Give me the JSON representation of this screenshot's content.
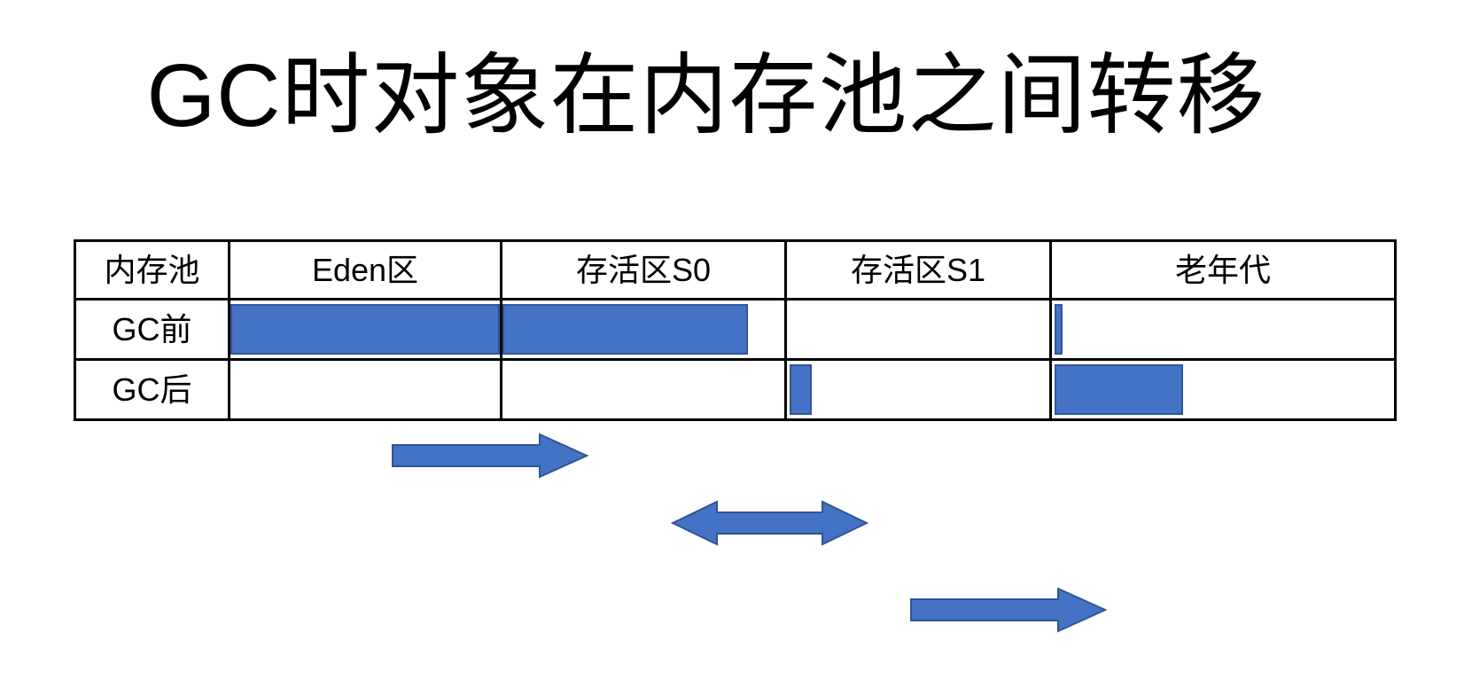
{
  "title": "GC时对象在内存池之间转移",
  "table": {
    "columns": [
      "内存池",
      "Eden区",
      "存活区S0",
      "存活区S1",
      "老年代"
    ],
    "rows": [
      {
        "label": "GC前",
        "fill_percents": [
          100,
          87,
          0,
          2.4
        ]
      },
      {
        "label": "GC后",
        "fill_percents": [
          0,
          0,
          8.5,
          37.5
        ]
      }
    ]
  },
  "arrows": [
    {
      "name": "eden-to-survivor",
      "direction": "right"
    },
    {
      "name": "s0-s1-swap",
      "direction": "both"
    },
    {
      "name": "survivor-to-oldgen",
      "direction": "right"
    }
  ],
  "colors": {
    "bar_fill": "#4472C4",
    "bar_border": "#2F5597",
    "table_border": "#000000",
    "background": "#FFFFFF",
    "title_color": "#000000"
  }
}
